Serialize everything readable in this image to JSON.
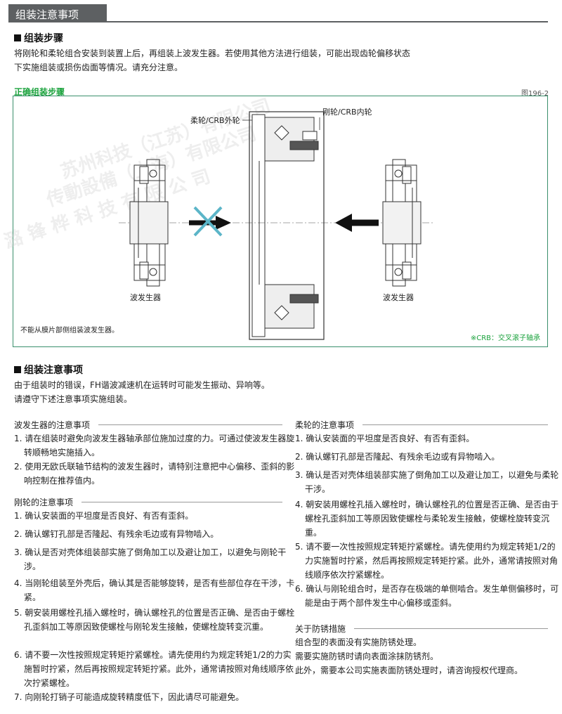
{
  "header": {
    "title": "组装注意事项"
  },
  "assembly_steps": {
    "title": "组装步骤",
    "lines": [
      "将刚轮和柔轮组合安装到装置上后，再组装上波发生器。若使用其他方法进行组装，可能出现齿轮偏移状态",
      "下实施组装或损伤齿面等情况。请充分注意。"
    ]
  },
  "figure": {
    "title": "正确组装步骤",
    "figure_id": "图196-2",
    "label_flexspline": "柔轮/CRB外轮",
    "label_circular": "刚轮/CRB内轮",
    "label_wg_left": "波发生器",
    "label_wg_right": "波发生器",
    "note": "不能从膜片部侧组装波发生器。",
    "crb_note": "※CRB：交叉滚子轴承",
    "watermark_lines": [
      "苏州科技（江苏）有限公司",
      "传動設備（上海）有限公司",
      "潞 锋 桦 科 技 有 限 公 司"
    ],
    "colors": {
      "frame": "#3a8f6c",
      "accent_green": "#1aa23c",
      "x_mark": "#5bb5c8",
      "arrow": "#111111"
    }
  },
  "assembly_notes": {
    "title": "组装注意事项",
    "lines": [
      "由于组装时的错误，FH谐波减速机在运转时可能发生振动、异响等。",
      "请遵守下述注意事项实施组装。"
    ]
  },
  "wave_generator": {
    "title": "波发生器的注意事项",
    "items": [
      "1. 请在组装时避免向波发生器轴承部位施加过度的力。可通过使波发生器旋转顺畅地实施插入。",
      "2. 使用无欧氏联轴节结构的波发生器时，请特别注意把中心偏移、歪斜的影响控制在推荐值内。"
    ]
  },
  "circular_spline": {
    "title": "刚轮的注意事项",
    "items": [
      "1. 确认安装面的平坦度是否良好、有否有歪斜。",
      "2. 确认螺钉孔部是否隆起、有残余毛边或有异物啮入。",
      "3. 确认是否对壳体组装部实施了倒角加工以及避让加工，以避免与刚轮干涉。",
      "4. 当刚轮组装至外壳后，确认其是否能够旋转，是否有些部位存在干涉，卡紧。",
      "5. 朝安装用螺栓孔插入螺栓时，确认螺栓孔的位置是否正确、是否由于螺栓孔歪斜加工等原因致使螺栓与刚轮发生接触，使螺栓旋转变沉重。",
      "6. 请不要一次性按照规定转矩拧紧螺栓。请先使用约为规定转矩1/2的力实施暂时拧紧，然后再按照规定转矩拧紧。此外，通常请按照对角线顺序依次拧紧螺栓。",
      "7. 向刚轮打销子可能造成旋转精度低下，因此请尽可能避免。"
    ]
  },
  "flexspline": {
    "title": "柔轮的注意事项",
    "items": [
      "1. 确认安装面的平坦度是否良好、有否有歪斜。",
      "2. 确认螺钉孔部是否隆起、有残余毛边或有异物啮入。",
      "3. 确认是否对壳体组装部实施了倒角加工以及避让加工，以避免与柔轮干涉。",
      "4. 朝安装用螺栓孔插入螺栓时，确认螺栓孔的位置是否正确、是否由于螺栓孔歪斜加工等原因致使螺栓与柔轮发生接触，使螺栓旋转变沉重。",
      "5. 请不要一次性按照规定转矩拧紧螺栓。请先使用约为规定转矩1/2的力实施暂时拧紧，然后再按照规定转矩拧紧。此外，通常请按照对角线顺序依次拧紧螺栓。",
      "6. 确认与刚轮组合时，是否存在极端的单侧啮合。发生单侧偏移时，可能是由于两个部件发生中心偏移或歪斜。"
    ]
  },
  "rust": {
    "title": "关于防锈措施",
    "lines": [
      "组合型的表面没有实施防锈处理。",
      "需要实施防锈时请向表面涂抹防锈剂。",
      "此外，需要本公司实施表面防锈处理时，请咨询授权代理商。"
    ]
  }
}
